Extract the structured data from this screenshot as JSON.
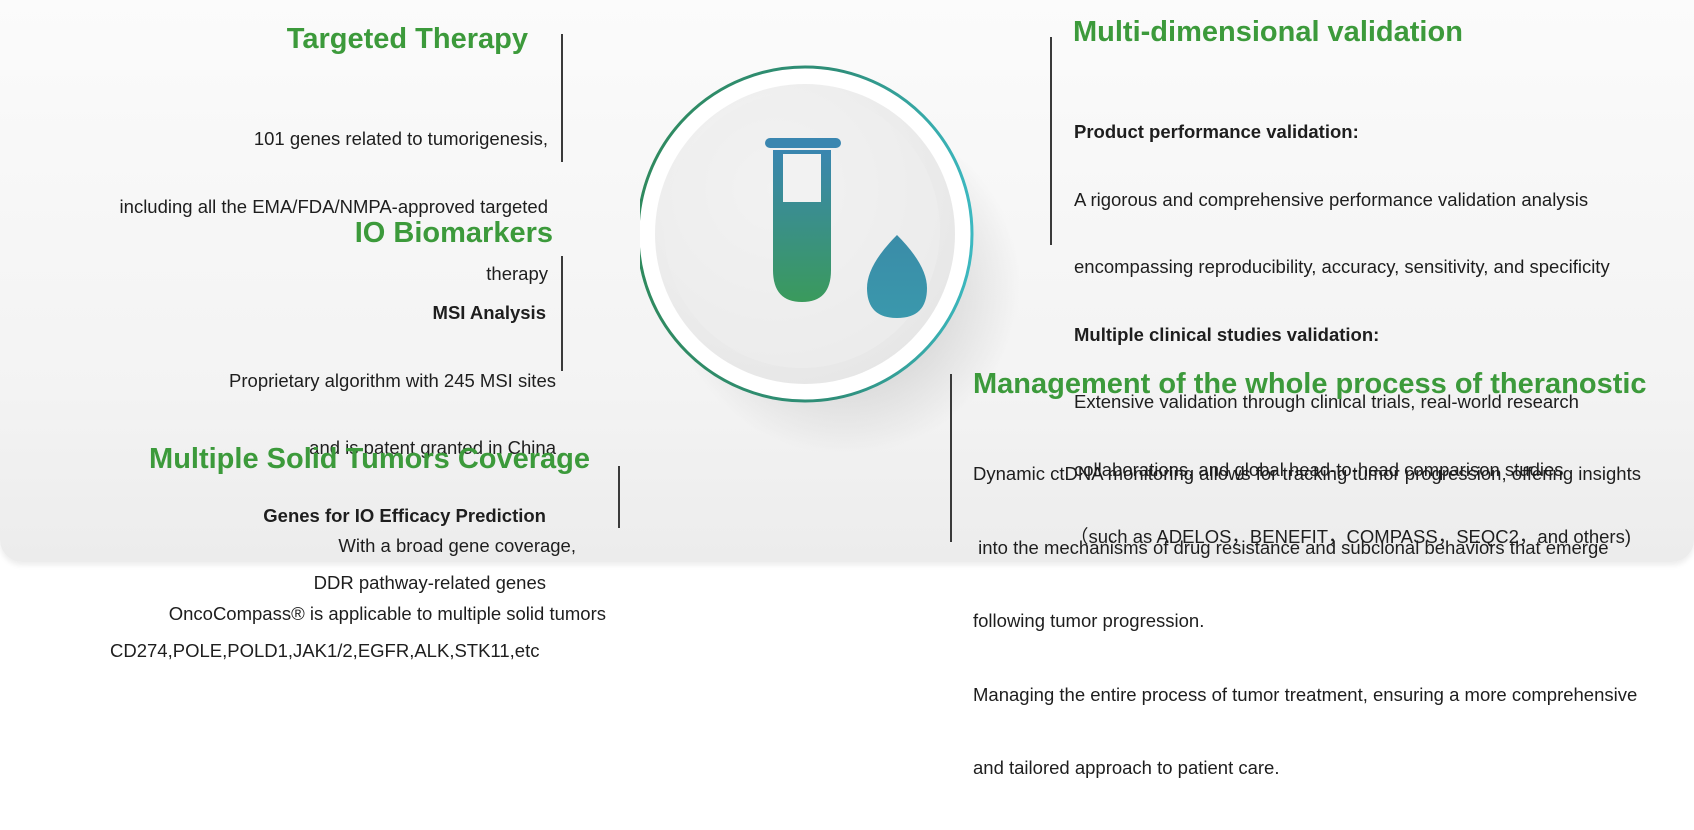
{
  "targeted_therapy": {
    "title": "Targeted Therapy",
    "lines": [
      "101 genes related to tumorigenesis,",
      "including all the EMA/FDA/NMPA-approved targeted",
      "therapy"
    ]
  },
  "io_biomarkers": {
    "title": "IO Biomarkers",
    "msi_heading": "MSI Analysis",
    "msi_lines": [
      "Proprietary algorithm with 245 MSI sites",
      "and is patent granted in China"
    ],
    "genes_heading": "Genes for IO Efficacy Prediction",
    "genes_lines": [
      "DDR pathway-related genes",
      "CD274,POLE,POLD1,JAK1/2,EGFR,ALK,STK11,etc"
    ]
  },
  "solid_tumors": {
    "title": "Multiple Solid Tumors Coverage",
    "lines": [
      "With a broad gene coverage,",
      "OncoCompass® is applicable to multiple solid tumors"
    ]
  },
  "validation": {
    "title": "Multi-dimensional validation",
    "perf_heading": "Product performance validation:",
    "perf_lines": [
      "A rigorous and comprehensive performance validation analysis",
      "encompassing reproducibility, accuracy, sensitivity, and specificity"
    ],
    "clinical_heading": "Multiple clinical studies validation:",
    "clinical_lines": [
      "Extensive validation through clinical trials, real-world research",
      "collaborations, and global head-to-head comparison studies",
      "（such as ADELOS，BENEFIT，COMPASS，SEQC2，and others)"
    ]
  },
  "management": {
    "title": "Management of the whole process of theranostic",
    "lines": [
      "Dynamic ctDNA monitoring allows for tracking tumor progression, offering insights",
      " into the mechanisms of drug resistance and subclonal behaviors that emerge",
      "following tumor progression.",
      "Managing the entire process of tumor treatment, ensuring a more comprehensive",
      "and tailored approach to patient care."
    ]
  },
  "emblem": {
    "icon": "test-tube-with-droplet",
    "colors": {
      "green": "#3a9a5c",
      "teal": "#3a8ca8",
      "ring": "#2e8e7a",
      "ring_accent": "#3cb8c0"
    }
  }
}
